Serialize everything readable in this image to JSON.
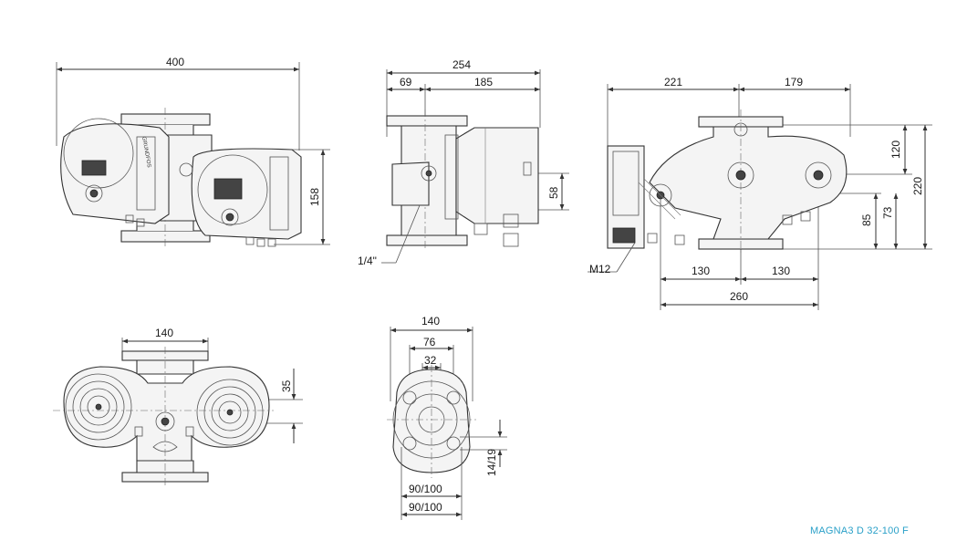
{
  "model_label": "MAGNA3 D 32-100 F",
  "colors": {
    "line": "#333333",
    "label": "#2aa0c8"
  },
  "views": {
    "front": {
      "width": "400",
      "height": "158"
    },
    "side": {
      "total": "254",
      "a": "69",
      "b": "185",
      "height": "58",
      "thread": "1/4\""
    },
    "right": {
      "left": "221",
      "right": "179",
      "h120": "120",
      "h220": "220",
      "h85": "85",
      "h73": "73",
      "half1": "130",
      "half2": "130",
      "span": "260",
      "thread": "M12"
    },
    "top": {
      "width": "140",
      "offset": "35"
    },
    "flange": {
      "outer": "140",
      "mid": "76",
      "inner": "32",
      "bolt": "14/19",
      "pcd1": "90/100",
      "pcd2": "90/100"
    }
  }
}
